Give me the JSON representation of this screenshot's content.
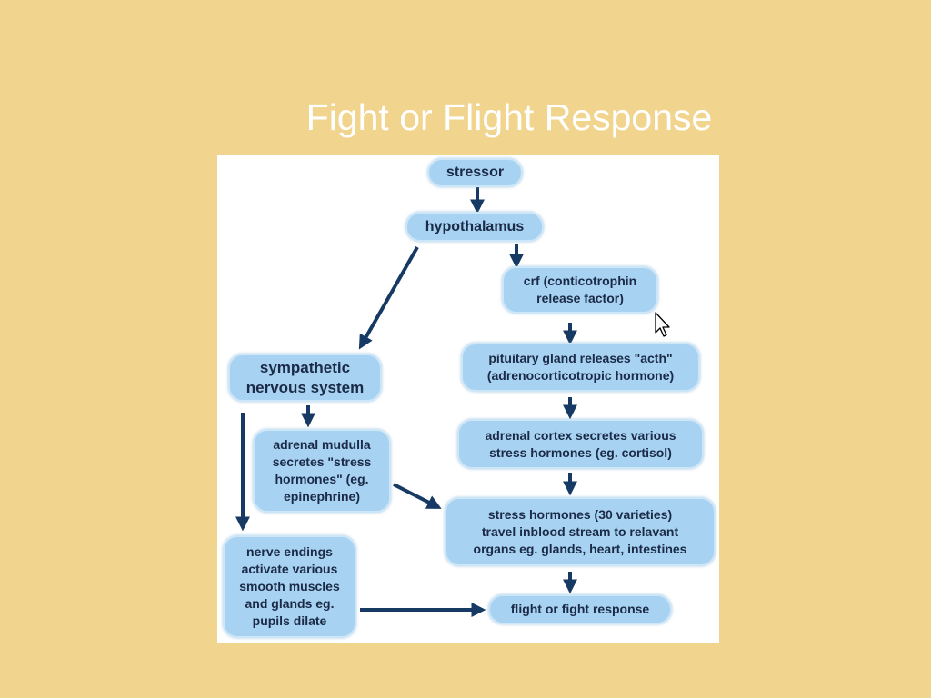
{
  "slide": {
    "title": "Fight or Flight Response"
  },
  "diagram": {
    "nodes": {
      "stressor": "stressor",
      "hypothalamus": "hypothalamus",
      "crf": "crf (conticotrophin\nrelease factor)",
      "pituitary": "pituitary gland releases \"acth\"\n(adrenocorticotropic hormone)",
      "adrenal_cortex": "adrenal cortex secretes various\nstress hormones (eg. cortisol)",
      "stress_hormones": "stress hormones (30 varieties)\ntravel inblood stream to relavant\norgans eg. glands, heart, intestines",
      "sympathetic": "sympathetic\nnervous system",
      "adrenal_medulla": "adrenal mudulla\nsecretes \"stress\nhormones\" (eg.\nepinephrine)",
      "nerve_endings": "nerve endings\nactivate various\nsmooth muscles\nand glands eg.\npupils dilate",
      "response": "flight or fight response"
    },
    "colors": {
      "node_fill": "#a7d2f1",
      "arrow": "#163a63"
    }
  }
}
